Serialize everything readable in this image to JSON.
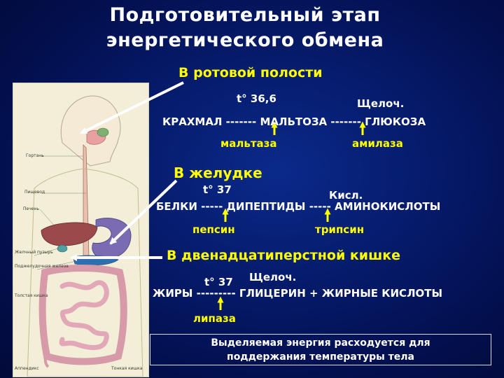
{
  "title": {
    "line1": "Подготовительный этап",
    "line2": "энергетического обмена"
  },
  "mouth": {
    "heading": "В ротовой полости",
    "temp": "t° 36,6",
    "medium": "Щелоч.",
    "reaction": "КРАХМАЛ ------- МАЛЬТОЗА ------- ГЛЮКОЗА",
    "enzyme1": "мальтаза",
    "enzyme2": "амилаза"
  },
  "stomach": {
    "heading": "В желудке",
    "temp": "t° 37",
    "medium": "Кисл.",
    "reaction": "БЕЛКИ ----- ДИПЕПТИДЫ ----- АМИНОКИСЛОТЫ",
    "enzyme1": "пепсин",
    "enzyme2": "трипсин"
  },
  "duodenum": {
    "heading": "В двенадцатиперстной кишке",
    "temp": "t° 37",
    "medium": "Щелоч.",
    "reaction": "ЖИРЫ --------- ГЛИЦЕРИН + ЖИРНЫЕ КИСЛОТЫ",
    "enzyme1": "липаза"
  },
  "energy_note": {
    "line1": "Выделяемая энергия расходуется для",
    "line2": "поддержания температуры тела"
  },
  "anatomy_labels": {
    "larynx": "Гортань",
    "esophagus": "Пищевод",
    "liver": "Печень",
    "gallbladder": "Желчный пузырь",
    "pancreas": "Поджелудочная железа",
    "small_intestine": "Тонкая кишка",
    "appendix": "Аппендикс",
    "colon": "Толстая кишка"
  },
  "colors": {
    "background": "#061c6e",
    "title": "#ffffff",
    "section_heading": "#ffff00",
    "enzyme": "#ffff00",
    "reaction_text": "#ffffff",
    "arrow": "#ffff00"
  }
}
